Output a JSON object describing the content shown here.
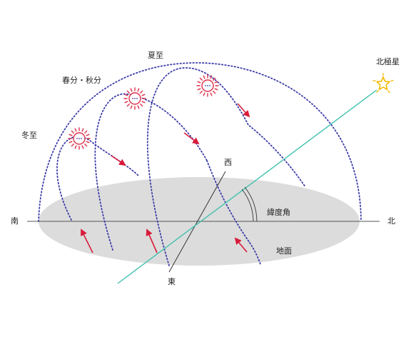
{
  "labels": {
    "summer_solstice": "夏至",
    "equinox": "春分・秋分",
    "winter_solstice": "冬至",
    "polaris": "北極星",
    "west": "西",
    "east": "東",
    "south": "南",
    "north": "北",
    "latitude_angle": "緯度角",
    "ground": "地面"
  },
  "colors": {
    "path_dots": "#3d3da8",
    "arrow": "#d81b3a",
    "sun": "#e0304a",
    "axis": "#3fc2b0",
    "star": "#f5b800",
    "ground_fill": "#dcdcdc",
    "line": "#333333"
  },
  "icons": {
    "sun": "sun-icon",
    "star": "star-icon"
  }
}
